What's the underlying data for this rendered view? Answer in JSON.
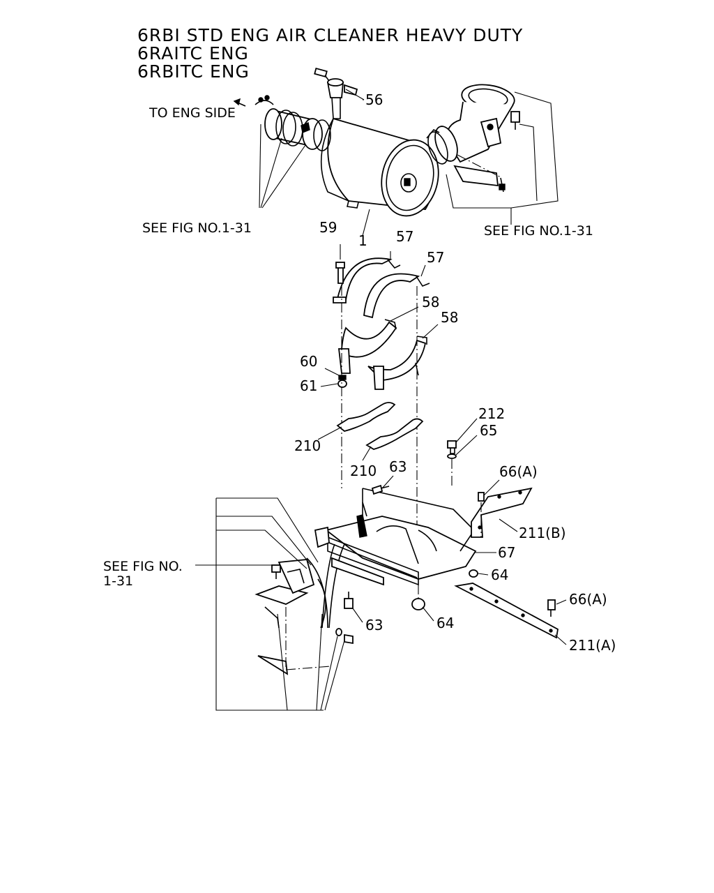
{
  "title": {
    "line1": "6RBI STD ENG AIR CLEANER HEAVY DUTY",
    "line2": "6RAITC ENG",
    "line3": "6RBITC ENG"
  },
  "notes": {
    "to_eng_side": "TO ENG SIDE",
    "see_fig_left": "SEE FIG NO.1-31",
    "see_fig_right": "SEE FIG NO.1-31",
    "see_fig_bottom_1": "SEE FIG NO.",
    "see_fig_bottom_2": "1-31"
  },
  "callouts": {
    "p56": "56",
    "p1": "1",
    "p59": "59",
    "p57a": "57",
    "p57b": "57",
    "p58a": "58",
    "p58b": "58",
    "p60": "60",
    "p61": "61",
    "p210a": "210",
    "p210b": "210",
    "p212": "212",
    "p65": "65",
    "p63a": "63",
    "p66a": "66(A)",
    "p211b": "211(B)",
    "p67": "67",
    "p64a": "64",
    "p66b": "66(A)",
    "p63b": "63",
    "p64b": "64",
    "p211a": "211(A)"
  }
}
